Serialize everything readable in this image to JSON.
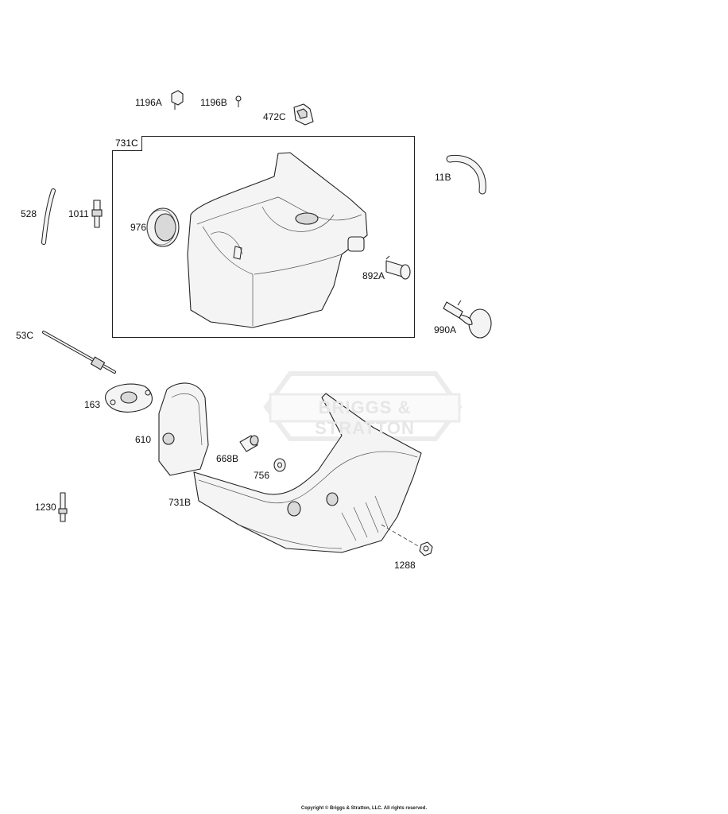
{
  "watermark": "BRIGGS & STRATTON",
  "copyright": "Copyright © Briggs & Stratton, LLC. All rights reserved.",
  "callouts": {
    "p1196A": "1196A",
    "p1196B": "1196B",
    "p472C": "472C",
    "p731C": "731C",
    "p11B": "11B",
    "p528": "528",
    "p1011": "1011",
    "p976": "976",
    "p892A": "892A",
    "p990A": "990A",
    "p53C": "53C",
    "p163": "163",
    "p610": "610",
    "p668B": "668B",
    "p756": "756",
    "p731B": "731B",
    "p1230": "1230",
    "p1288": "1288"
  }
}
